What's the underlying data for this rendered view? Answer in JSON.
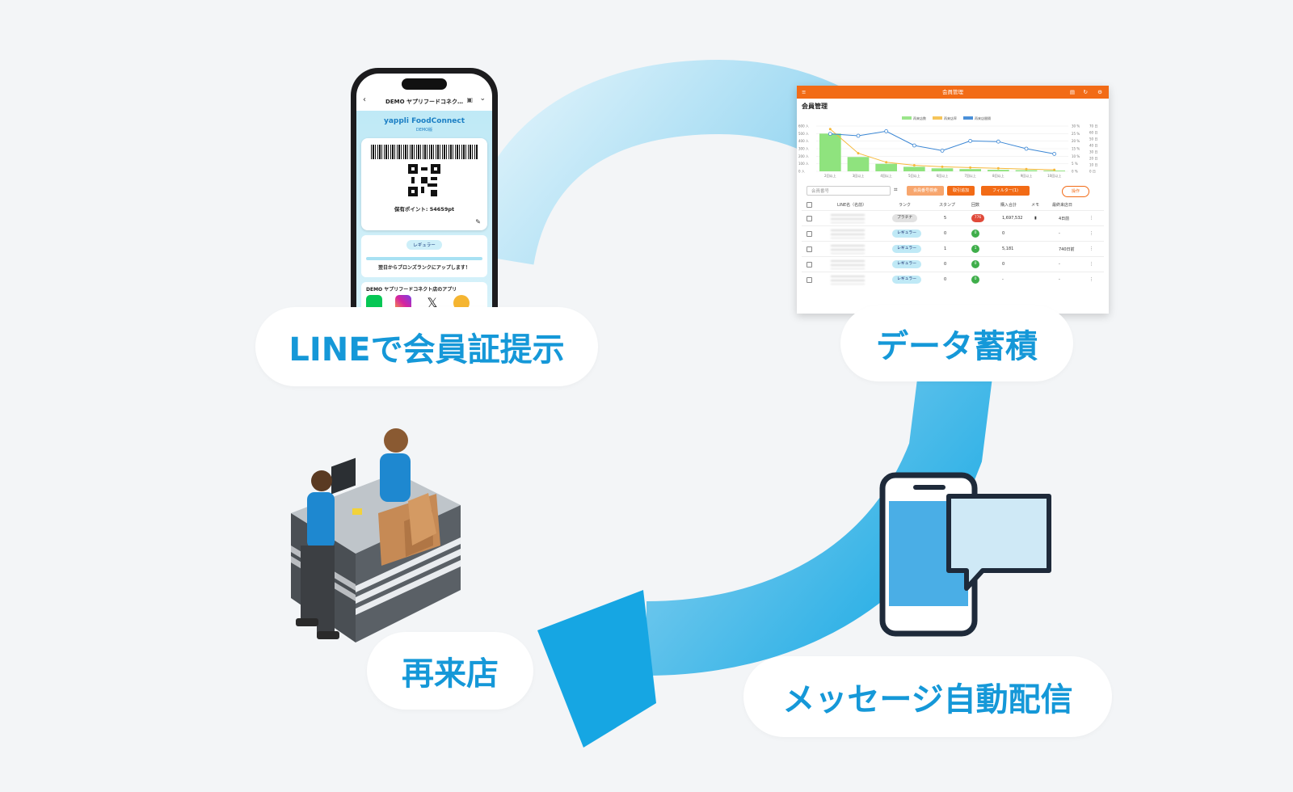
{
  "steps": {
    "line_card": "LINEで会員証提示",
    "data_store": "データ蓄積",
    "message": "メッセージ自動配信",
    "revisit": "再来店"
  },
  "phone": {
    "title": "DEMO ヤプリフードコネク…",
    "logo": "yappli FoodConnect",
    "logo_sub": "DEMO版",
    "points": "保有ポイント: 54659pt",
    "rank": "レギュラー",
    "rank_message": "翌日からブロンズランクにアップします！",
    "app_title": "DEMO ヤプリフードコネクト店のアプリ"
  },
  "dashboard": {
    "bar_title": "会員管理",
    "heading": "会員管理",
    "legend": [
      "再来店数",
      "再来店率",
      "再来店間隔"
    ],
    "search_placeholder": "会員番号",
    "btn1": "会員番号検索",
    "btn2": "取引追加",
    "btn3": "フィルター(1)",
    "btn4": "操作",
    "headers": [
      "LINE名（名前）",
      "ランク",
      "スタンプ",
      "回数",
      "購入合計",
      "メモ",
      "最終来店日"
    ],
    "rows": [
      {
        "rank": "プラチナ",
        "stamp": "5",
        "count": "776",
        "total": "1,697,532",
        "memo": "▮",
        "last": "4日前"
      },
      {
        "rank": "レギュラー",
        "stamp": "0",
        "count": "0",
        "total": "0",
        "memo": "",
        "last": "-"
      },
      {
        "rank": "レギュラー",
        "stamp": "1",
        "count": "1",
        "total": "5,181",
        "memo": "",
        "last": "740日前"
      },
      {
        "rank": "レギュラー",
        "stamp": "0",
        "count": "0",
        "total": "0",
        "memo": "",
        "last": "-"
      },
      {
        "rank": "レギュラー",
        "stamp": "0",
        "count": "0",
        "total": "-",
        "memo": "",
        "last": "-"
      }
    ],
    "y_left_ticks": [
      "600 人",
      "500 人",
      "400 人",
      "300 人",
      "200 人",
      "100 人",
      "0 人"
    ],
    "y_right_ticks": [
      "30 %",
      "25 %",
      "20 %",
      "15 %",
      "10 %",
      "5 %",
      "0 %"
    ],
    "y_right2_ticks": [
      "70 日",
      "60 日",
      "50 日",
      "40 日",
      "30 日",
      "20 日",
      "10 日",
      "0 日"
    ],
    "x_ticks": [
      "2回以上",
      "3回以上",
      "4回以上",
      "5回以上",
      "6回以上",
      "7回以上",
      "8回以上",
      "9回以上",
      "10回以上"
    ]
  },
  "chart_data": {
    "type": "bar",
    "categories": [
      "2回以上",
      "3回以上",
      "4回以上",
      "5回以上",
      "6回以上",
      "7回以上",
      "8回以上",
      "9回以上",
      "10回以上"
    ],
    "series": [
      {
        "name": "再来店数",
        "values": [
          500,
          190,
          100,
          60,
          40,
          30,
          20,
          15,
          10
        ]
      },
      {
        "name": "再来店率",
        "values": [
          28,
          12,
          6,
          4,
          3,
          2.5,
          2,
          1.5,
          1
        ]
      },
      {
        "name": "再来店間隔",
        "values": [
          58,
          55,
          62,
          40,
          32,
          47,
          46,
          35,
          27
        ]
      }
    ],
    "ylim": [
      0,
      600
    ]
  },
  "colors": {
    "accent": "#1598d8",
    "orange": "#f26b16",
    "arrow_light": "#b9e4f3",
    "arrow_dark": "#16a6e3"
  }
}
